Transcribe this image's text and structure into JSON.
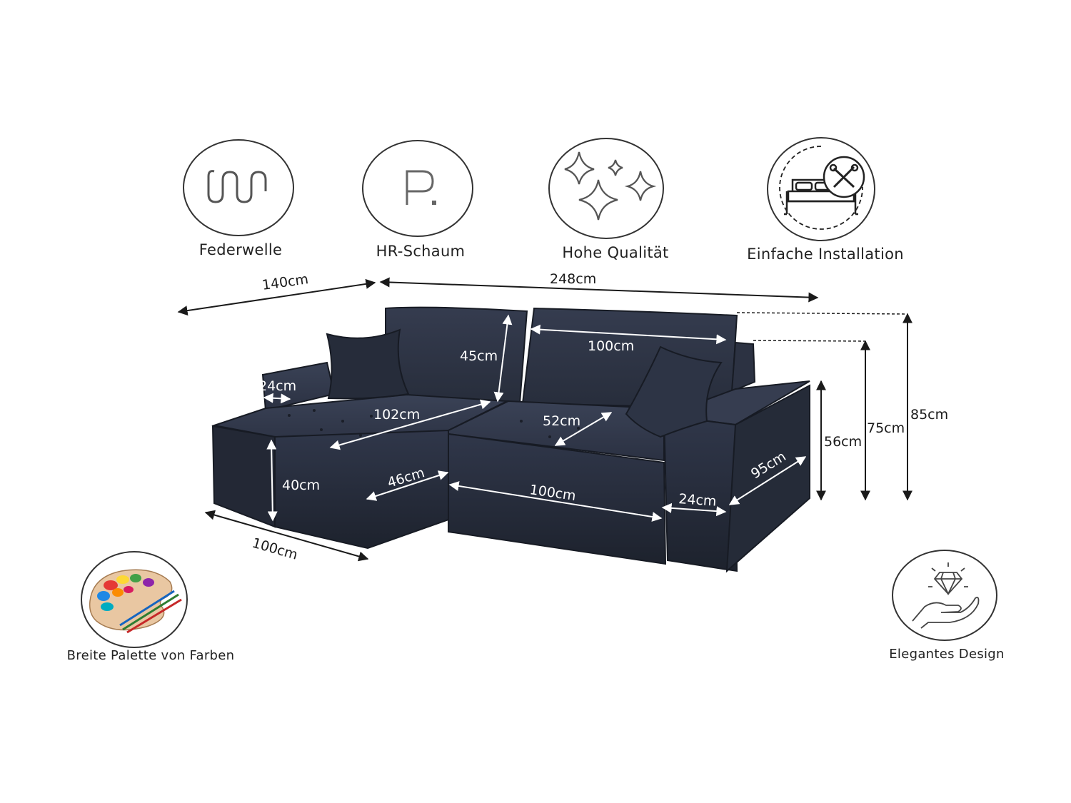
{
  "features": [
    {
      "label": "Federwelle",
      "icon": "spring-wave-icon"
    },
    {
      "label": "HR-Schaum",
      "icon": "hr-foam-p-icon"
    },
    {
      "label": "Hohe Qualität",
      "icon": "sparkles-icon"
    },
    {
      "label": "Einfache Installation",
      "icon": "bed-tools-icon"
    },
    {
      "label": "Breite Palette von Farben",
      "icon": "color-palette-icon"
    },
    {
      "label": "Elegantes Design",
      "icon": "hand-diamond-icon"
    }
  ],
  "dimensions": {
    "chaise_depth": "140cm",
    "total_width": "248cm",
    "backrest_width": "100cm",
    "backrest_height": "45cm",
    "left_arm_width": "24cm",
    "chaise_seat_length": "102cm",
    "seat_depth": "52cm",
    "chaise_height": "40cm",
    "chaise_front": "46cm",
    "seat_front_width": "100cm",
    "chaise_width": "100cm",
    "right_arm_width": "24cm",
    "side_depth": "95cm",
    "arm_height": "56cm",
    "back_height": "75cm",
    "total_height": "85cm"
  },
  "colors": {
    "sofa": "#2b3140",
    "sofa_dark": "#1c212c",
    "sofa_light": "#394052",
    "lines": "#1a1a1a"
  }
}
